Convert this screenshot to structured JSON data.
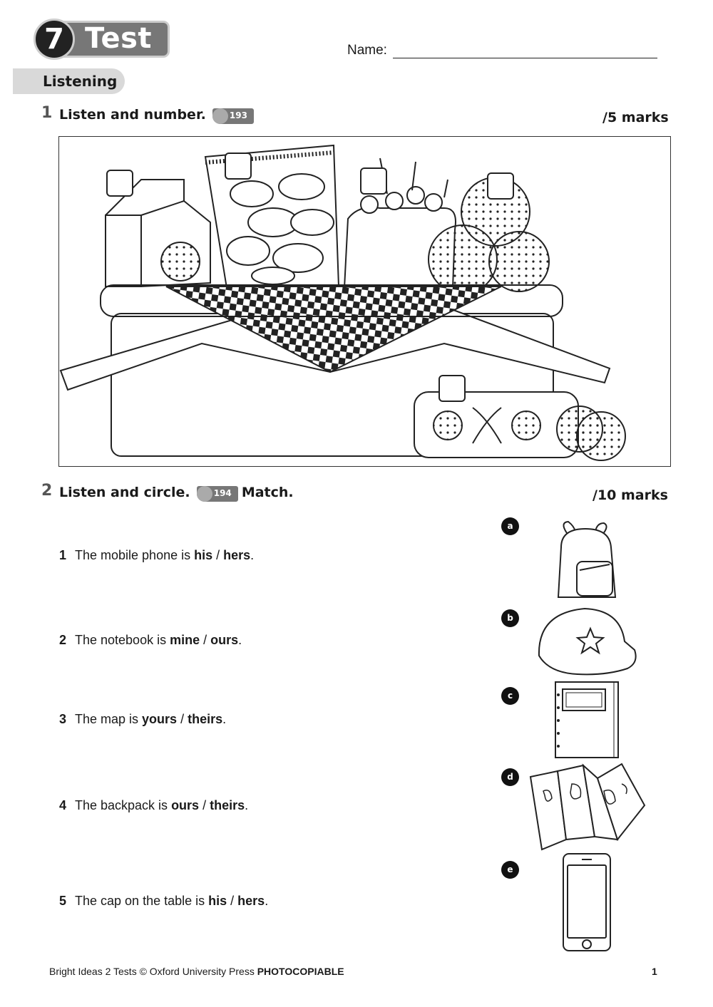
{
  "header": {
    "unit_number": "7",
    "title": "Test",
    "name_label": "Name:"
  },
  "section": {
    "label": "Listening"
  },
  "question1": {
    "number": "1",
    "instruction": "Listen and number.",
    "audio_track": "193",
    "marks": "/5 marks"
  },
  "question2": {
    "number": "2",
    "instruction": "Listen and circle.",
    "audio_track": "194",
    "instruction_suffix": "Match.",
    "marks": "/10 marks",
    "items": [
      {
        "num": "1",
        "prefix": "The mobile phone is ",
        "opt1": "his",
        "sep": " / ",
        "opt2": "hers",
        "suffix": "."
      },
      {
        "num": "2",
        "prefix": "The notebook is ",
        "opt1": "mine",
        "sep": " / ",
        "opt2": "ours",
        "suffix": "."
      },
      {
        "num": "3",
        "prefix": "The map is ",
        "opt1": "yours",
        "sep": " / ",
        "opt2": "theirs",
        "suffix": "."
      },
      {
        "num": "4",
        "prefix": "The backpack is ",
        "opt1": "ours",
        "sep": " / ",
        "opt2": "theirs",
        "suffix": "."
      },
      {
        "num": "5",
        "prefix": "The cap on the table is ",
        "opt1": "his",
        "sep": " / ",
        "opt2": "hers",
        "suffix": "."
      }
    ],
    "pictures": [
      {
        "letter": "a",
        "icon": "backpack-icon"
      },
      {
        "letter": "b",
        "icon": "cap-icon"
      },
      {
        "letter": "c",
        "icon": "notebook-icon"
      },
      {
        "letter": "d",
        "icon": "map-icon"
      },
      {
        "letter": "e",
        "icon": "mobile-phone-icon"
      }
    ]
  },
  "footer": {
    "credit": "Bright Ideas 2 Tests © Oxford University Press ",
    "credit_bold": "PHOTOCOPIABLE",
    "page_number": "1"
  }
}
